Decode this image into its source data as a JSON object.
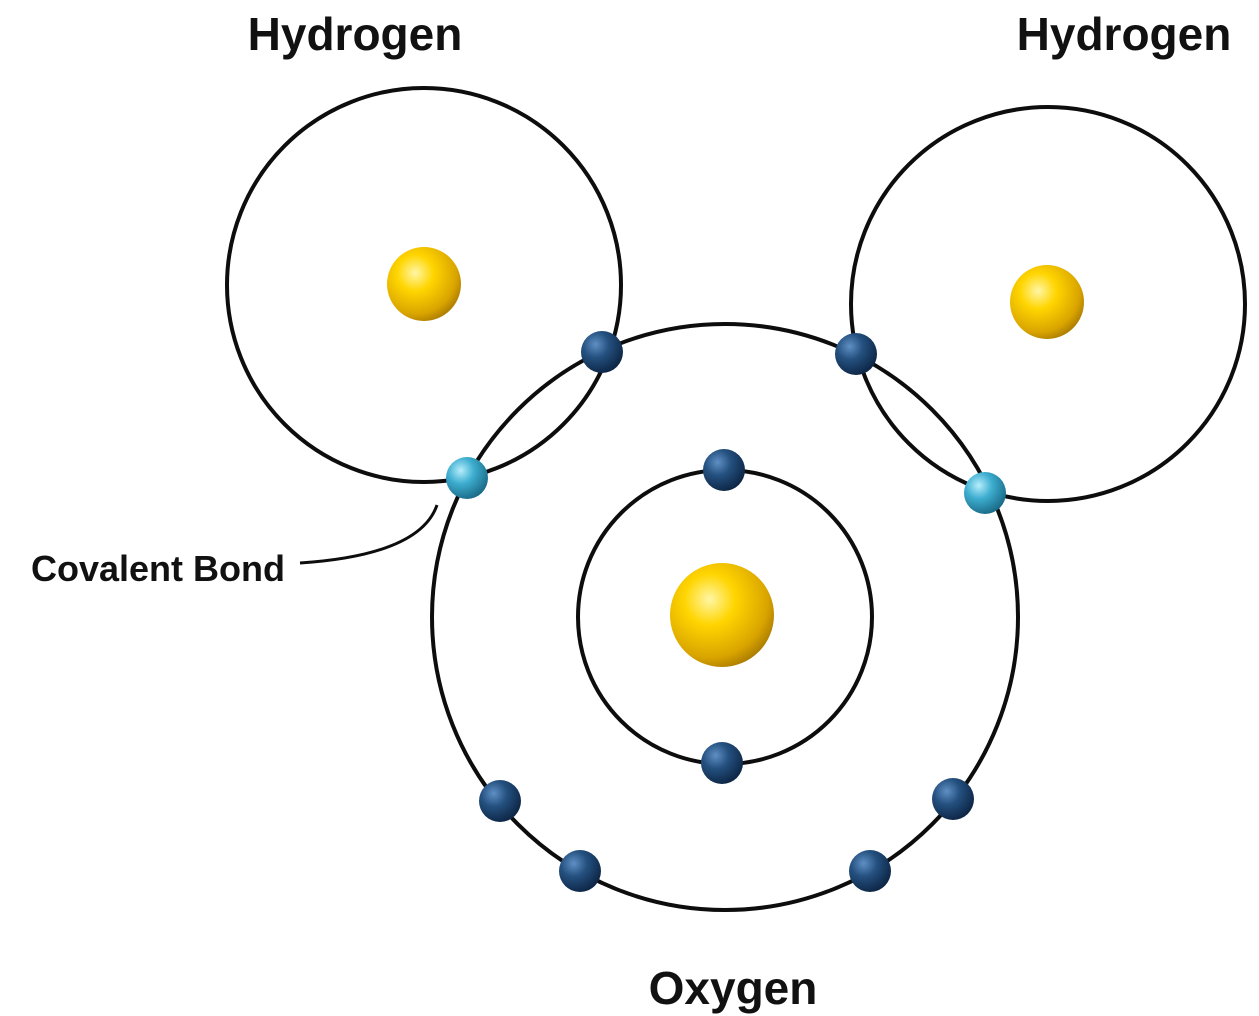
{
  "labels": {
    "hydrogen_left": "Hydrogen",
    "hydrogen_right": "Hydrogen",
    "oxygen": "Oxygen",
    "covalent_bond": "Covalent Bond"
  },
  "colors": {
    "nucleus": "#f5c400",
    "electron": "#1f4a7a",
    "shared_electron": "#3aa9c9",
    "orbit": "#0d0d0d",
    "text": "#111111"
  }
}
